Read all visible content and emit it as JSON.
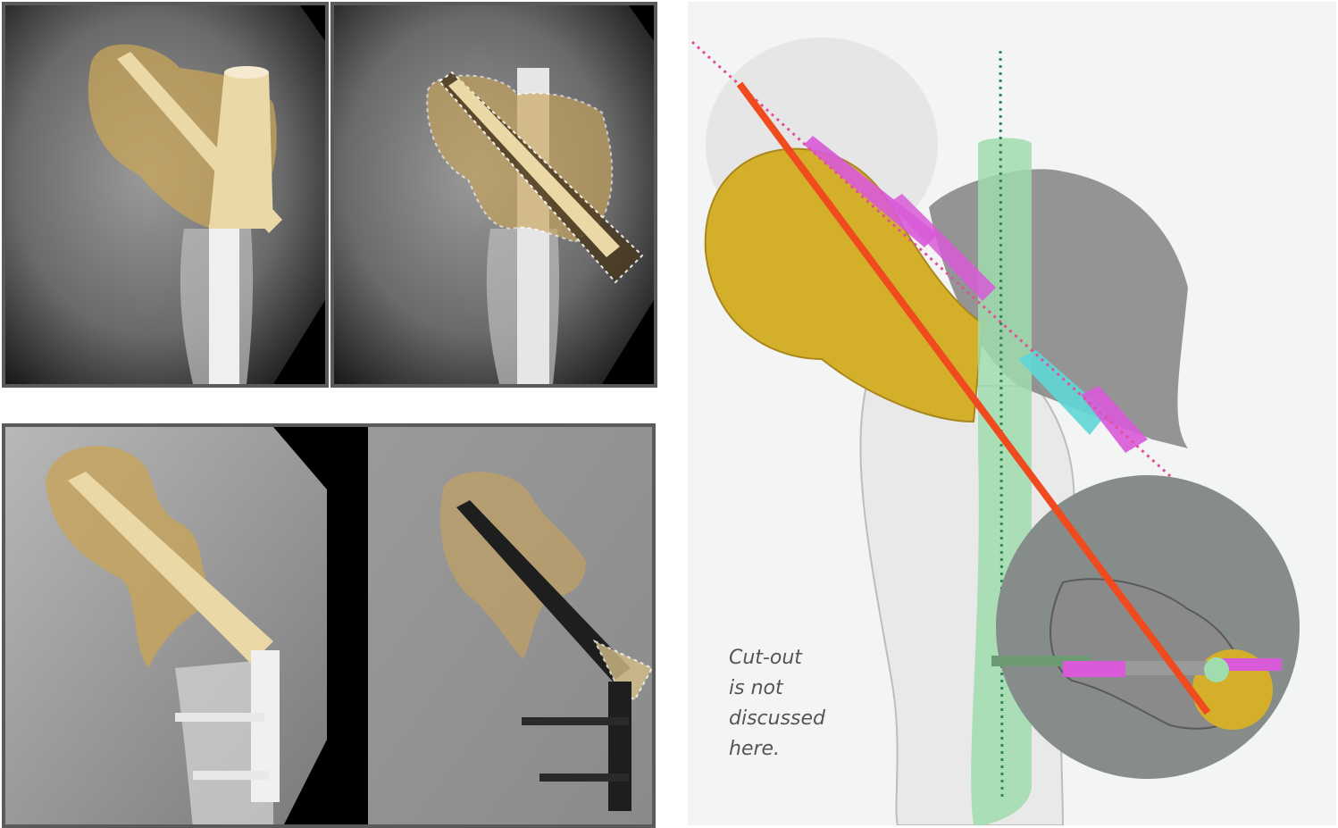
{
  "caption": {
    "text": "Cut-out\nis not\ndiscussed\nhere."
  },
  "colors": {
    "bone_overlay": "#c8a45a",
    "implant_overlay": "#ead8a6",
    "femoral_head_3d": "#d4b02a",
    "nail_3d": "#9fdcae",
    "screw_thread_3d": "#d85ad8",
    "screw_sleeve_3d": "#5fd6d6",
    "trajectory_line": "#f04a1f",
    "guide_line_pink": "#e0509a",
    "guide_line_green": "#2e8a55",
    "bone_3d": "#8a8a8a",
    "inset_background": "#868c8a"
  },
  "panels": {
    "xray_top_left": "radiograph-nail-overlay",
    "xray_top_right": "radiograph-nail-outlined",
    "xray_bottom_left": "radiograph-sliding-screw-overlay",
    "xray_bottom_right": "radiograph-sliding-screw-dark",
    "reconstruction": "3d-femur-reconstruction",
    "inset": "axial-view-inset"
  }
}
